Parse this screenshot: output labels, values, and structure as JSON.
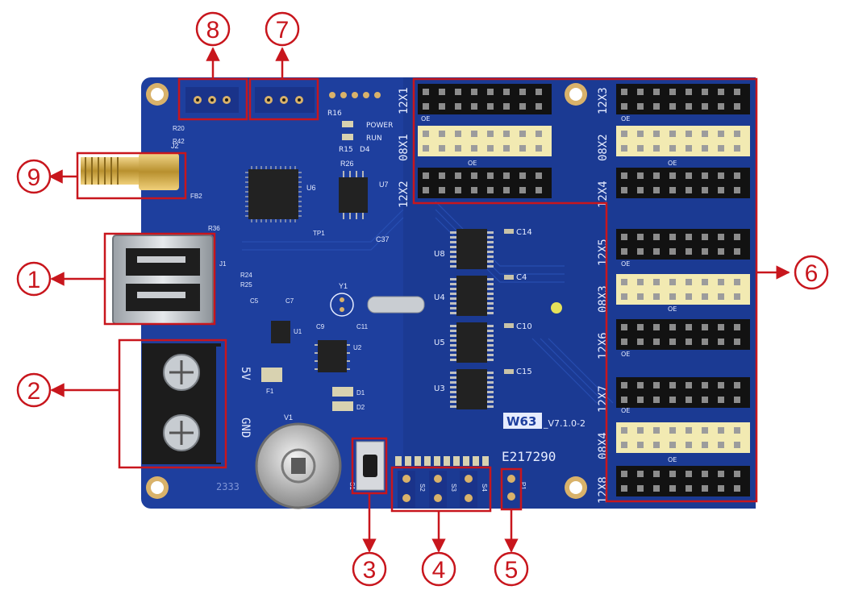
{
  "colors": {
    "callout": "#c8161d",
    "board": "#1e3f9e",
    "board_dark": "#17307e",
    "pin_black": "#121212",
    "pin_yellow": "#f2eab2",
    "gold": "#c9a64a",
    "chip": "#222222"
  },
  "callouts": [
    {
      "num": "1",
      "part": "usb-port"
    },
    {
      "num": "2",
      "part": "power-terminal"
    },
    {
      "num": "3",
      "part": "button-s1"
    },
    {
      "num": "4",
      "part": "header-s2-s4"
    },
    {
      "num": "5",
      "part": "header-p1"
    },
    {
      "num": "6",
      "part": "hub-interface-block"
    },
    {
      "num": "7",
      "part": "header-3pin-b"
    },
    {
      "num": "8",
      "part": "header-3pin-a"
    },
    {
      "num": "9",
      "part": "antenna-connector"
    }
  ],
  "board": {
    "model": "W63",
    "version": "_V7.1.0-2",
    "serial": "E217290",
    "batch": "2333",
    "terminal_plus": "5V",
    "terminal_minus": "GND",
    "led_labels": [
      "POWER",
      "RUN"
    ],
    "connectors": [
      "12X1",
      "08X1",
      "12X2",
      "12X3",
      "08X2",
      "12X4",
      "12X5",
      "08X3",
      "12X6",
      "12X7",
      "08X4",
      "12X8"
    ],
    "oe": "OE",
    "switch_labels": [
      "S1",
      "S2",
      "S3",
      "S4",
      "P1"
    ],
    "designators": {
      "u8": "U8",
      "u4": "U4",
      "u5": "U5",
      "u3": "U3",
      "u6": "U6",
      "u7": "U7",
      "u1": "U1",
      "u2": "U2",
      "y1": "Y1",
      "v1": "V1",
      "j1": "J1",
      "j2": "J2",
      "tp1": "TP1",
      "f1": "F1",
      "c14": "C14",
      "c4": "C4",
      "c10": "C10",
      "c15": "C15",
      "c37": "C37",
      "c11": "C11",
      "c9": "C9",
      "r26": "R26",
      "r24": "R24",
      "r25": "R25",
      "r15": "R15",
      "d4": "D4",
      "d1": "D1",
      "d2": "D2",
      "r20": "R20",
      "r42": "R42",
      "fb2": "FB2",
      "r36": "R36",
      "c5": "C5",
      "c7": "C7",
      "r16": "R16"
    }
  }
}
